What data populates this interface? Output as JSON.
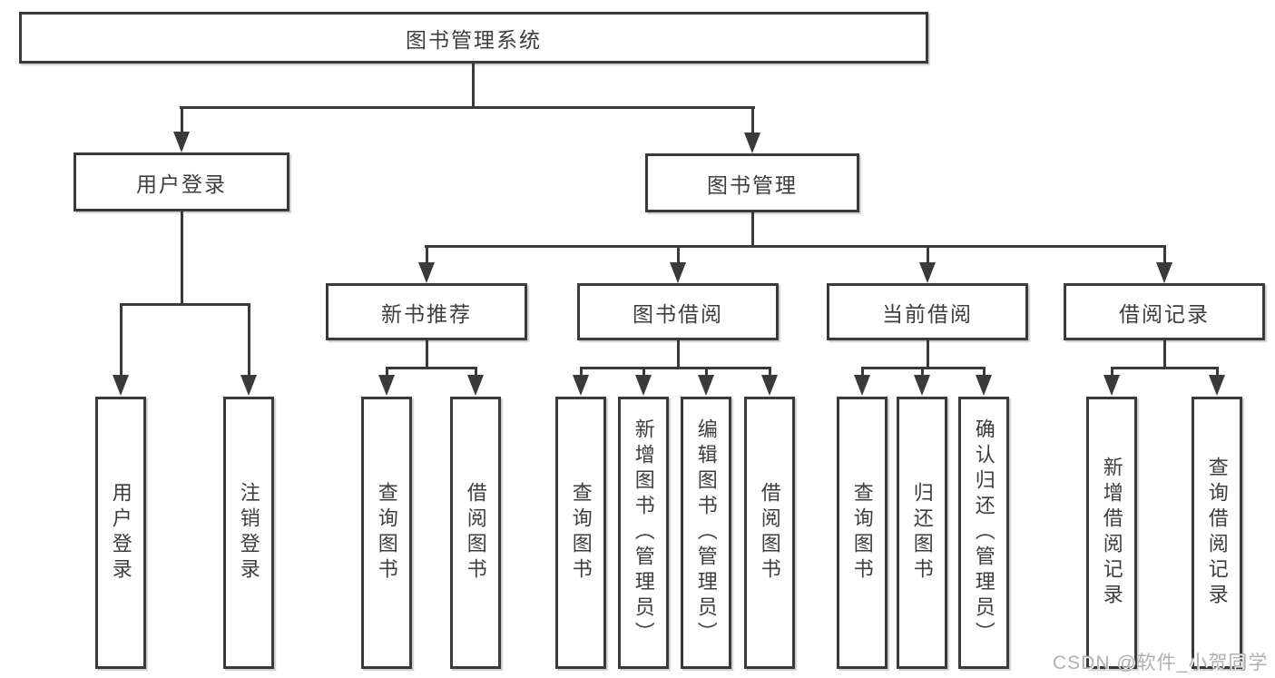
{
  "title": "图书管理系统",
  "nodes": {
    "user_login": {
      "label": "用户登录",
      "children": [
        "用户登录",
        "注销登录"
      ]
    },
    "book_mgmt": {
      "label": "图书管理",
      "children": [
        {
          "label": "新书推荐",
          "children": [
            "查询图书",
            "借阅图书"
          ]
        },
        {
          "label": "图书借阅",
          "children": [
            "查询图书",
            "新增图书（管理员）",
            "编辑图书（管理员）",
            "借阅图书"
          ]
        },
        {
          "label": "当前借阅",
          "children": [
            "查询图书",
            "归还图书",
            "确认归还（管理员）"
          ]
        },
        {
          "label": "借阅记录",
          "children": [
            "新增借阅记录",
            "查询借阅记录"
          ]
        }
      ]
    }
  },
  "watermark": "CSDN @软件_小贺同学",
  "colors": {
    "ink": "#3a3a3a",
    "text": "#3d3d3d",
    "watermark": "#b0b0b0",
    "background": "#ffffff"
  }
}
